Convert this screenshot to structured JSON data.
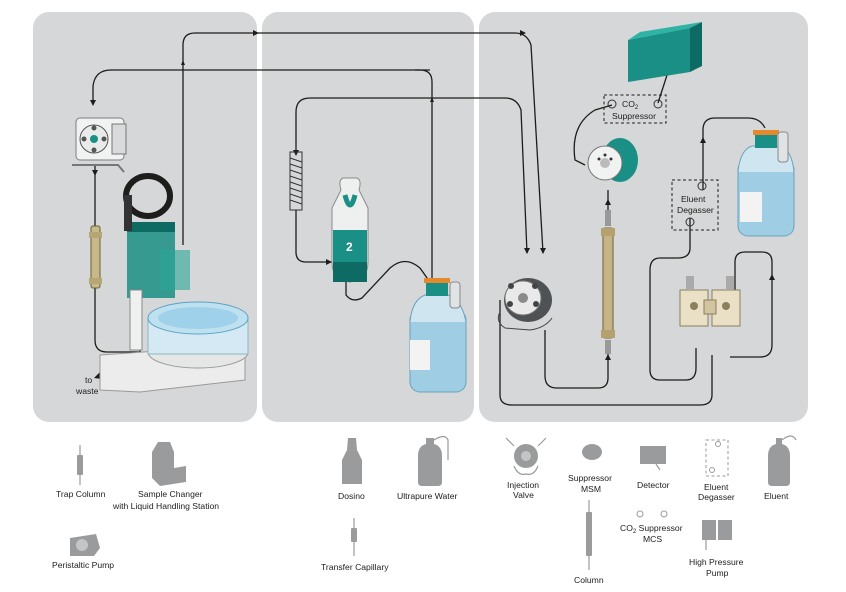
{
  "diagram": {
    "in_figure_labels": {
      "to_waste_line1": "to",
      "to_waste_line2": "waste",
      "co2_suppressor_line1": "CO",
      "co2_suppressor_sub": "2",
      "co2_suppressor_line2": "Suppressor",
      "eluent_degasser_line1": "Eluent",
      "eluent_degasser_line2": "Degasser",
      "dosino_number": "2"
    },
    "legend": {
      "trap_column": "Trap Column",
      "sample_changer_line1": "Sample Changer",
      "sample_changer_line2": "with Liquid Handling Station",
      "peristaltic_pump": "Peristaltic Pump",
      "dosino": "Dosino",
      "ultrapure_water": "Ultrapure Water",
      "transfer_capillary": "Transfer Capillary",
      "injection_valve_line1": "Injection",
      "injection_valve_line2": "Valve",
      "suppressor_msm_line1": "Suppressor",
      "suppressor_msm_line2": "MSM",
      "column": "Column",
      "detector": "Detector",
      "co2_suppressor_mcs_line1a": "CO",
      "co2_suppressor_mcs_sub": "2",
      "co2_suppressor_mcs_line1b": " Suppressor",
      "co2_suppressor_mcs_line2": "MCS",
      "eluent_degasser_line1": "Eluent",
      "eluent_degasser_line2": "Degasser",
      "high_pressure_pump_line1": "High Pressure",
      "high_pressure_pump_line2": "Pump",
      "eluent": "Eluent"
    },
    "colors": {
      "panel": "#d6d7d8",
      "teal": "#1a8f85",
      "teal_dark": "#0e6b63",
      "water_blue": "#8fc3dd",
      "line": "#1d1d1b",
      "legend_icon": "#9a9b9c"
    }
  }
}
